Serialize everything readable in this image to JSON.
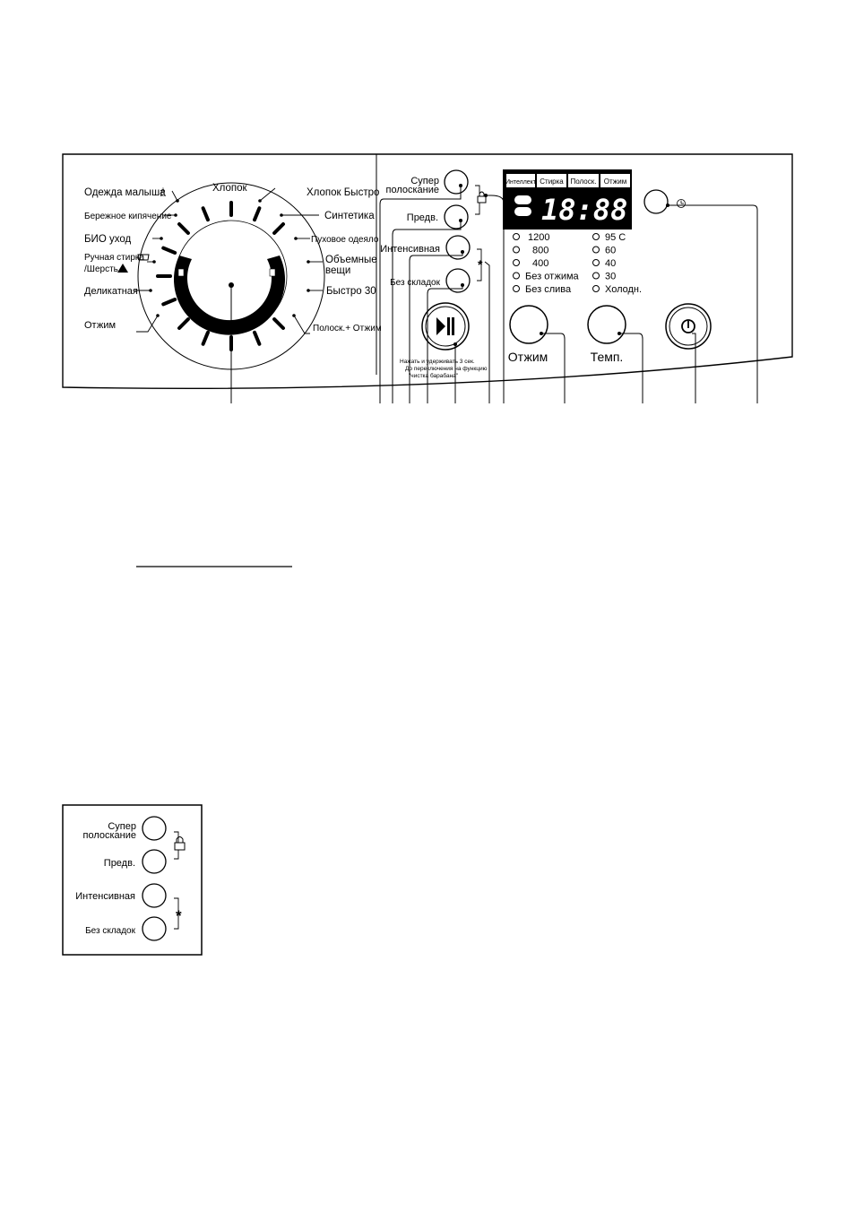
{
  "dial": {
    "left_programs": [
      "Одежда малыша",
      "Бережное кипячение",
      "БИО уход",
      "Ручная стирка",
      "/Шерсть",
      "Деликатная",
      "Отжим"
    ],
    "top_program": "Хлопок",
    "right_programs": [
      "Хлопок Быстро",
      "Синтетика",
      "Пуховое одеяло",
      "Объемные",
      "вещи",
      "Быстро 30",
      "Полоск.+ Отжим"
    ]
  },
  "options": {
    "super_rinse_line1": "Супер",
    "super_rinse_line2": "полоскание",
    "prewash": "Предв.",
    "intensive": "Интенсивная",
    "no_crease": "Без складок",
    "note_line1": "Нажать и удерживать 3 сек.",
    "note_line2": "До переключения на функцию",
    "note_line3": "\"чистка барабана\"",
    "asterisk": "*"
  },
  "display": {
    "tabs": [
      "Интеллект",
      "Стирка",
      "Полоск.",
      "Отжим"
    ],
    "time": "18:88"
  },
  "spin_options": [
    "1200",
    "800",
    "400",
    "Без отжима",
    "Без слива"
  ],
  "temp_options": [
    "95 С",
    "60",
    "40",
    "30",
    "Холодн."
  ],
  "buttons": {
    "spin_label": "Отжим",
    "temp_label": "Темп."
  },
  "inset": {
    "super_rinse_line1": "Супер",
    "super_rinse_line2": "полоскание",
    "prewash": "Предв.",
    "intensive": "Интенсивная",
    "no_crease": "Без складок",
    "asterisk": "*"
  }
}
